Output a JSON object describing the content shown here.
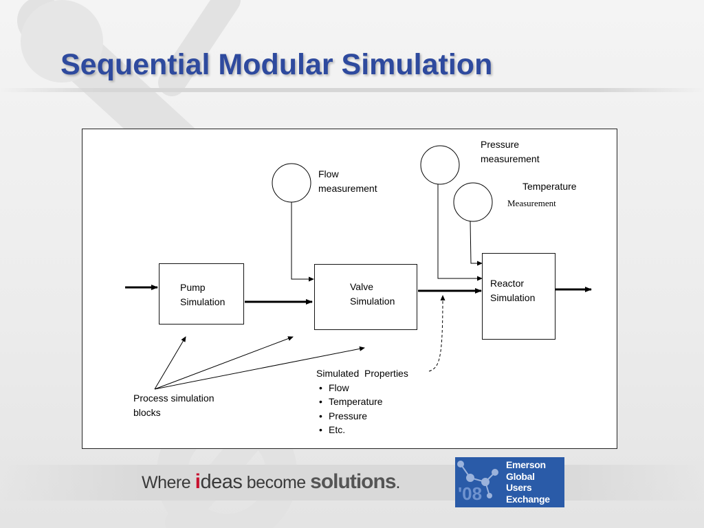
{
  "slide": {
    "title": "Sequential Modular Simulation"
  },
  "diagram": {
    "blocks": {
      "pump": "Pump\nSimulation",
      "valve": "Valve\nSimulation",
      "reactor": "Reactor\nSimulation"
    },
    "measurements": {
      "flow": "Flow\nmeasurement",
      "pressure": "Pressure\nmeasurement",
      "temperature_line1": "Temperature",
      "temperature_line2": "Measurement"
    },
    "process_label": "Process  simulation\nblocks",
    "properties": {
      "heading": "Simulated  Properties",
      "items": [
        "Flow",
        "Temperature",
        "Pressure",
        "Etc."
      ]
    }
  },
  "footer": {
    "tagline_where": "Where ",
    "tagline_i": "i",
    "tagline_ideas": "deas",
    "tagline_become": " become ",
    "tagline_solutions": "solutions",
    "tagline_period": ".",
    "logo_text": "Emerson\nGlobal\nUsers\nExchange",
    "logo_year": "'08"
  },
  "colors": {
    "title": "#2e4a9e",
    "logo_bg": "#2a5ba8",
    "accent_red": "#c8102e"
  }
}
